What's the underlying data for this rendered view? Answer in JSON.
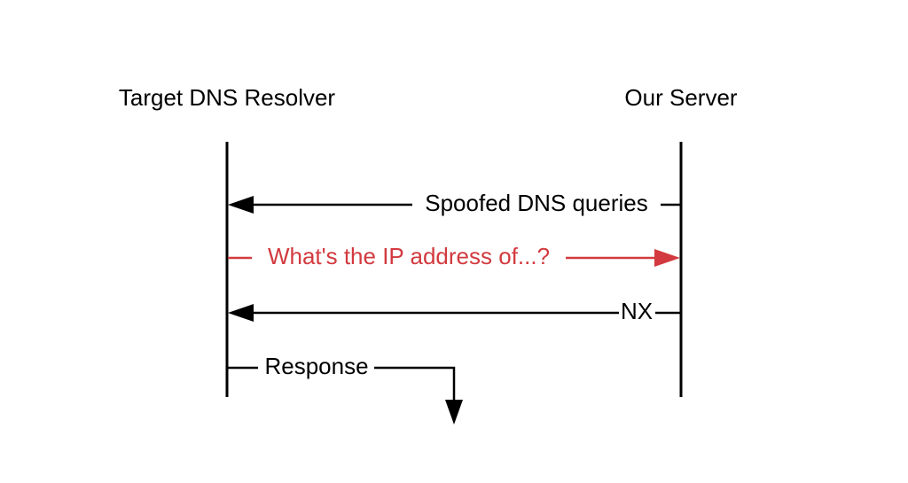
{
  "participants": {
    "left": "Target DNS Resolver",
    "right": "Our Server"
  },
  "messages": [
    {
      "label": "Spoofed DNS queries",
      "direction": "right-to-left",
      "color": "#000000"
    },
    {
      "label": "What's the IP address of...?",
      "direction": "left-to-right",
      "color": "#d23a3f"
    },
    {
      "label": "NX",
      "direction": "right-to-left",
      "color": "#000000"
    },
    {
      "label": "Response",
      "direction": "down",
      "color": "#000000"
    }
  ],
  "colors": {
    "line": "#000000",
    "highlight": "#d23a3f",
    "background": "#ffffff"
  }
}
